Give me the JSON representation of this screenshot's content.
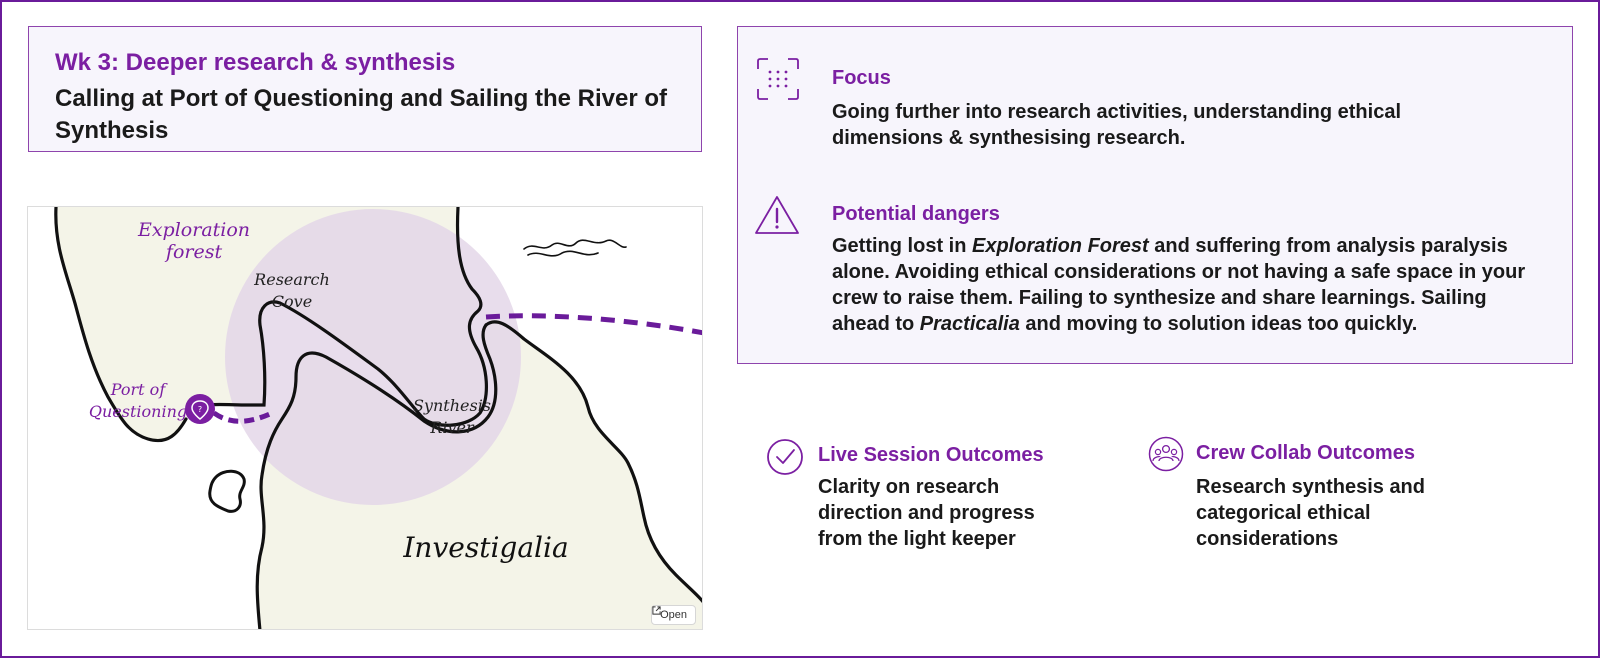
{
  "header": {
    "week_title": "Wk 3: Deeper research & synthesis",
    "subtitle": "Calling at Port of Questioning and Sailing the River of Synthesis"
  },
  "map": {
    "labels": {
      "exploration_forest": "Exploration forest",
      "research_cove": "Research Cove",
      "port_of_questioning": "Port of Questioning",
      "synthesis_river": "Synthesis River",
      "investigalia": "Investigalia"
    },
    "open_button_label": "Open",
    "colors": {
      "land": "#f4f4e8",
      "highlight": "#e9dcef",
      "route": "#6a1b9a",
      "pin": "#7b1fa2"
    }
  },
  "focus": {
    "icon": "focus-icon",
    "heading": "Focus",
    "body": "Going further into research activities, understanding ethical dimensions & synthesising research."
  },
  "dangers": {
    "icon": "warning-icon",
    "heading": "Potential dangers",
    "body_parts": [
      "Getting lost in ",
      "Exploration Forest",
      " and suffering from analysis paralysis alone. Avoiding ethical considerations or not having a safe space in your crew to raise them. Failing to synthesize and share learnings. Sailing ahead to ",
      "Practicalia",
      " and moving to solution ideas too quickly."
    ]
  },
  "live_session": {
    "icon": "check-circle-icon",
    "heading": "Live Session Outcomes",
    "body": "Clarity on research direction and progress from the light keeper"
  },
  "crew_collab": {
    "icon": "crew-group-icon",
    "heading": "Crew Collab Outcomes",
    "body": "Research synthesis and categorical ethical considerations"
  },
  "colors": {
    "accent": "#7b1fa2",
    "border": "#8e44ad",
    "card_bg": "#f7f5fc"
  }
}
